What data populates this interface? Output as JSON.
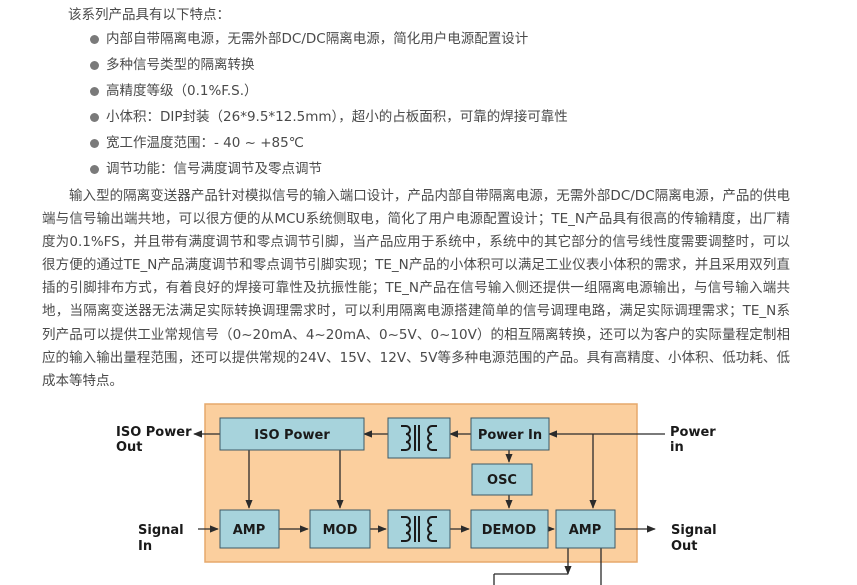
{
  "intro": "该系列产品具有以下特点：",
  "features": [
    "内部自带隔离电源，无需外部DC/DC隔离电源，简化用户电源配置设计",
    "多种信号类型的隔离转换",
    "高精度等级（0.1%F.S.）",
    "小体积：DIP封装（26*9.5*12.5mm），超小的占板面积，可靠的焊接可靠性",
    "宽工作温度范围：- 40 ~ +85℃",
    "调节功能：信号满度调节及零点调节"
  ],
  "paragraph": "输入型的隔离变送器产品针对模拟信号的输入端口设计，产品内部自带隔离电源，无需外部DC/DC隔离电源，产品的供电端与信号输出端共地，可以很方便的从MCU系统侧取电，简化了用户电源配置设计；TE_N产品具有很高的传输精度，出厂精度为0.1%FS，并且带有满度调节和零点调节引脚，当产品应用于系统中，系统中的其它部分的信号线性度需要调整时，可以很方便的通过TE_N产品满度调节和零点调节引脚实现；TE_N产品的小体积可以满足工业仪表小体积的需求，并且采用双列直插的引脚排布方式，有着良好的焊接可靠性及抗振性能；TE_N产品在信号输入侧还提供一组隔离电源输出，与信号输入端共地，当隔离变送器无法满足实际转换调理需求时，可以利用隔离电源搭建简单的信号调理电路，满足实际调理需求；TE_N系列产品可以提供工业常规信号（0~20mA、4~20mA、0~5V、0~10V）的相互隔离转换，还可以为客户的实际量程定制相应的输入输出量程范围，还可以提供常规的24V、15V、12V、5V等多种电源范围的产品。具有高精度、小体积、低功耗、低成本等特点。",
  "diagram": {
    "blocks": {
      "iso_power": "ISO  Power",
      "power_in": "Power In",
      "osc": "OSC",
      "amp_in": "AMP",
      "mod": "MOD",
      "demod": "DEMOD",
      "amp_out": "AMP"
    },
    "labels": {
      "iso_power_out_1": "ISO Power",
      "iso_power_out_2": "Out",
      "power_in_1": "Power",
      "power_in_2": "in",
      "signal_in_1": "Signal",
      "signal_in_2": "In",
      "signal_out_1": "Signal",
      "signal_out_2": "Out"
    },
    "colors": {
      "panel": "#fbcf9e",
      "panel_border": "#e6a96c",
      "block": "#a7d3dc",
      "block_border": "#3c5a66",
      "wire": "#2b2b2b"
    }
  }
}
